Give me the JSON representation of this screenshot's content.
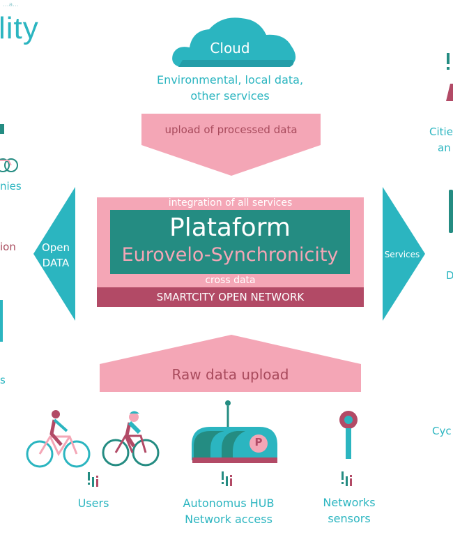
{
  "brand": {
    "logo_partial": "lity",
    "logo_top_text": "...a..."
  },
  "cloud": {
    "label": "Cloud",
    "line1": "Environmental, local data,",
    "line2": "other services"
  },
  "top_arrow": {
    "label": "upload of processed data"
  },
  "platform": {
    "integration": "integration of all services",
    "title": "Plataform",
    "subtitle": "Eurovelo-Synchronicity",
    "cross_data": "cross data",
    "network_bar": "SMARTCITY OPEN NETWORK"
  },
  "left_arrow": {
    "line1": "Open",
    "line2": "DATA"
  },
  "right_arrow": {
    "label": "Services"
  },
  "bottom_arrow": {
    "label": "Raw data upload"
  },
  "left_edge": {
    "companies": "nies",
    "info": "ion",
    "users_cut": "s"
  },
  "right_edge": {
    "cities_line1": "Citie",
    "cities_line2": "an",
    "d_label": "D",
    "cyc_label": "Cyc"
  },
  "bottom_items": {
    "users": "Users",
    "hub_line1": "Autonomus HUB",
    "hub_line2": "Network access",
    "net_line1": "Networks",
    "net_line2": "sensors"
  },
  "hub_sign": "P",
  "colors": {
    "teal": "#2bb5c0",
    "dark_teal": "#248c82",
    "pink": "#f4a6b6",
    "mauve": "#b24a66",
    "text_pink": "#a84a5c"
  }
}
